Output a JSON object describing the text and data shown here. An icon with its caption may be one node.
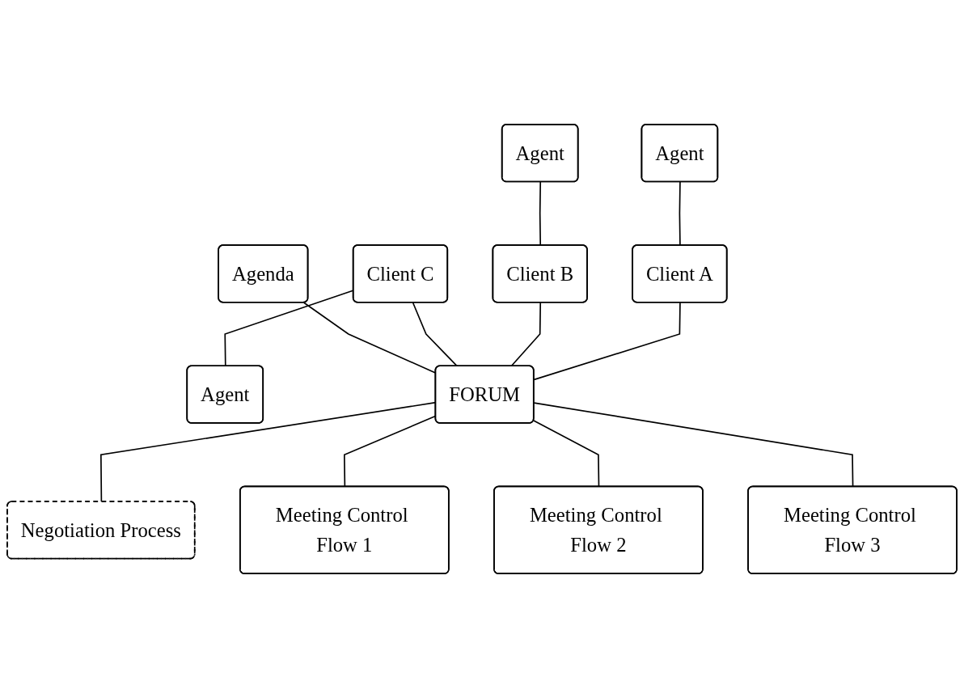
{
  "diagram": {
    "nodes": [
      {
        "text": [
          "Agent"
        ]
      },
      {
        "text": [
          "Agent"
        ]
      },
      {
        "text": [
          "Client A"
        ]
      },
      {
        "text": [
          "Client B"
        ]
      },
      {
        "text": [
          "Client C"
        ]
      },
      {
        "text": [
          "Agent"
        ]
      },
      {
        "text": [
          "Agenda"
        ]
      },
      {
        "text": [
          "FORUM"
        ]
      },
      {
        "text": [
          "Negotiation Process"
        ]
      },
      {
        "text": [
          "Meeting Control Flow 1"
        ]
      },
      {
        "text": [
          "Meeting Control Flow 2"
        ]
      },
      {
        "text": [
          "Meeting Control Flow 3"
        ]
      }
    ],
    "edges": [
      {
        "from": 0,
        "to": 3,
        "arrow": "none"
      },
      {
        "from": 1,
        "to": 2,
        "arrow": "none"
      },
      {
        "from": 4,
        "to": 5,
        "arrow": "none"
      },
      {
        "from": 2,
        "to": 7,
        "arrow": "none"
      },
      {
        "from": 3,
        "to": 7,
        "arrow": "none"
      },
      {
        "from": 4,
        "to": 7,
        "arrow": "none"
      },
      {
        "from": 6,
        "to": 7,
        "arrow": "none"
      },
      {
        "from": 7,
        "to": 8,
        "arrow": "none"
      },
      {
        "from": 7,
        "to": 9,
        "arrow": "none"
      },
      {
        "from": 7,
        "to": 10,
        "arrow": "none"
      },
      {
        "from": 7,
        "to": 11,
        "arrow": "none"
      }
    ]
  }
}
